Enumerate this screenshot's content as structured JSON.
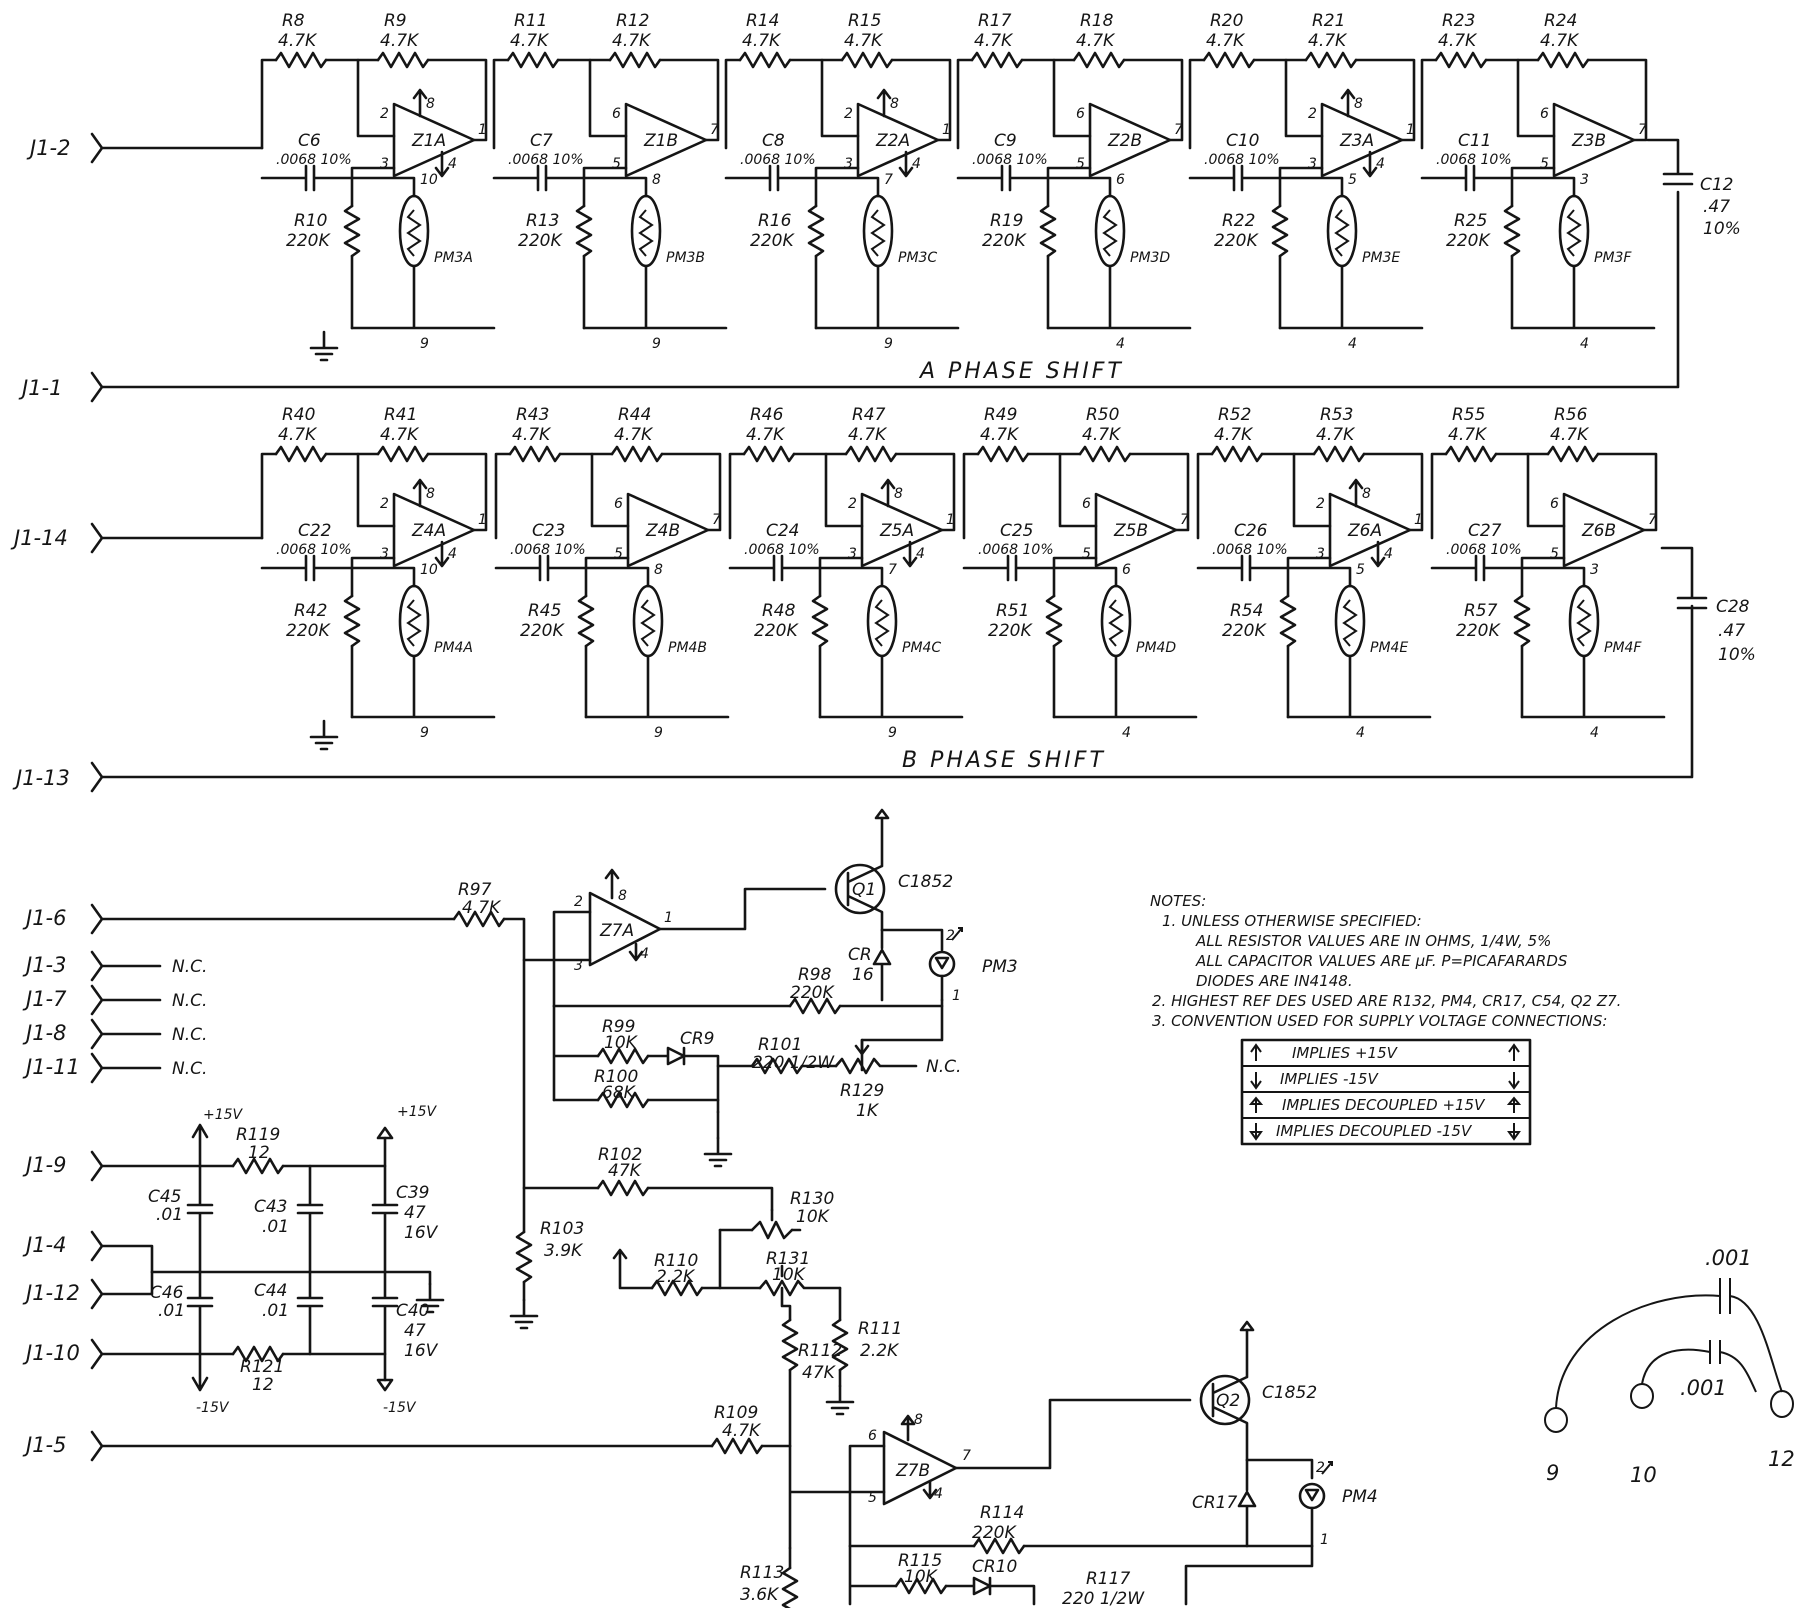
{
  "notes": {
    "title": "NOTES:",
    "lines": [
      "1. UNLESS OTHERWISE SPECIFIED:",
      "ALL RESISTOR VALUES ARE IN OHMS, 1/4W, 5%",
      "ALL CAPACITOR VALUES ARE µF. P=PICAFARARDS",
      "DIODES ARE IN4148.",
      "2. HIGHEST REF DES USED ARE R132, PM4, CR17, C54, Q2 Z7.",
      "3. CONVENTION USED FOR SUPPLY VOLTAGE CONNECTIONS:"
    ],
    "legend": [
      "IMPLIES +15V",
      "IMPLIES -15V",
      "IMPLIES DECOUPLED +15V",
      "IMPLIES DECOUPLED -15V"
    ]
  },
  "sections": {
    "a": "A PHASE SHIFT",
    "b": "B PHASE SHIFT"
  },
  "connectors": {
    "j1_2": "J1-2",
    "j1_1": "J1-1",
    "j1_14": "J1-14",
    "j1_13": "J1-13",
    "j1_6": "J1-6",
    "j1_3": "J1-3",
    "j1_7": "J1-7",
    "j1_8": "J1-8",
    "j1_11": "J1-11",
    "j1_9": "J1-9",
    "j1_4": "J1-4",
    "j1_12": "J1-12",
    "j1_10": "J1-10",
    "j1_5": "J1-5",
    "nc": "N.C."
  },
  "a_stages": [
    {
      "rin": "R8",
      "rf": "R9",
      "cap": "C6",
      "cval": ".0068 10%",
      "op": "Z1A",
      "rg": "R10",
      "pm": "PM3A",
      "plo": "9",
      "pup": "10",
      "p1": "2",
      "p2": "3",
      "po": "1",
      "pv": "8",
      "pn": "4"
    },
    {
      "rin": "R11",
      "rf": "R12",
      "cap": "C7",
      "cval": ".0068 10%",
      "op": "Z1B",
      "rg": "R13",
      "pm": "PM3B",
      "plo": "9",
      "pup": "8",
      "p1": "6",
      "p2": "5",
      "po": "7",
      "pv": "",
      "pn": ""
    },
    {
      "rin": "R14",
      "rf": "R15",
      "cap": "C8",
      "cval": ".0068 10%",
      "op": "Z2A",
      "rg": "R16",
      "pm": "PM3C",
      "plo": "9",
      "pup": "7",
      "p1": "2",
      "p2": "3",
      "po": "1",
      "pv": "8",
      "pn": "4"
    },
    {
      "rin": "R17",
      "rf": "R18",
      "cap": "C9",
      "cval": ".0068 10%",
      "op": "Z2B",
      "rg": "R19",
      "pm": "PM3D",
      "plo": "4",
      "pup": "6",
      "p1": "6",
      "p2": "5",
      "po": "7",
      "pv": "",
      "pn": ""
    },
    {
      "rin": "R20",
      "rf": "R21",
      "cap": "C10",
      "cval": ".0068 10%",
      "op": "Z3A",
      "rg": "R22",
      "pm": "PM3E",
      "plo": "4",
      "pup": "5",
      "p1": "2",
      "p2": "3",
      "po": "1",
      "pv": "8",
      "pn": "4"
    },
    {
      "rin": "R23",
      "rf": "R24",
      "cap": "C11",
      "cval": ".0068 10%",
      "op": "Z3B",
      "rg": "R25",
      "pm": "PM3F",
      "plo": "4",
      "pup": "3",
      "p1": "6",
      "p2": "5",
      "po": "7",
      "pv": "",
      "pn": ""
    }
  ],
  "b_stages": [
    {
      "rin": "R40",
      "rf": "R41",
      "cap": "C22",
      "cval": ".0068 10%",
      "op": "Z4A",
      "rg": "R42",
      "pm": "PM4A",
      "plo": "9",
      "pup": "10",
      "p1": "2",
      "p2": "3",
      "po": "1",
      "pv": "8",
      "pn": "4"
    },
    {
      "rin": "R43",
      "rf": "R44",
      "cap": "C23",
      "cval": ".0068 10%",
      "op": "Z4B",
      "rg": "R45",
      "pm": "PM4B",
      "plo": "9",
      "pup": "8",
      "p1": "6",
      "p2": "5",
      "po": "7",
      "pv": "",
      "pn": ""
    },
    {
      "rin": "R46",
      "rf": "R47",
      "cap": "C24",
      "cval": ".0068 10%",
      "op": "Z5A",
      "rg": "R48",
      "pm": "PM4C",
      "plo": "9",
      "pup": "7",
      "p1": "2",
      "p2": "3",
      "po": "1",
      "pv": "8",
      "pn": "4"
    },
    {
      "rin": "R49",
      "rf": "R50",
      "cap": "C25",
      "cval": ".0068 10%",
      "op": "Z5B",
      "rg": "R51",
      "pm": "PM4D",
      "plo": "4",
      "pup": "6",
      "p1": "6",
      "p2": "5",
      "po": "7",
      "pv": "",
      "pn": ""
    },
    {
      "rin": "R52",
      "rf": "R53",
      "cap": "C26",
      "cval": ".0068 10%",
      "op": "Z6A",
      "rg": "R54",
      "pm": "PM4E",
      "plo": "4",
      "pup": "5",
      "p1": "2",
      "p2": "3",
      "po": "1",
      "pv": "8",
      "pn": "4"
    },
    {
      "rin": "R55",
      "rf": "R56",
      "cap": "C27",
      "cval": ".0068 10%",
      "op": "Z6B",
      "rg": "R57",
      "pm": "PM4F",
      "plo": "4",
      "pup": "3",
      "p1": "6",
      "p2": "5",
      "po": "7",
      "pv": "",
      "pn": ""
    }
  ],
  "values": {
    "rin": "4.7K",
    "rg": "220K"
  },
  "c12": {
    "ref": "C12",
    "v1": ".47",
    "v2": "10%"
  },
  "c28": {
    "ref": "C28",
    "v1": ".47",
    "v2": "10%"
  },
  "lamp_a": {
    "r97": "R97",
    "r97v": "4.7K",
    "z7a": "Z7A",
    "q1": "Q1",
    "q1type": "C1852",
    "cr16": "CR",
    "cr16n": "16",
    "pm3": "PM3",
    "r98": "R98",
    "r98v": "220K",
    "r99": "R99",
    "r99v": "10K",
    "cr9": "CR9",
    "r100": "R100",
    "r100v": "68K",
    "r101": "R101",
    "r101v": "220 1/2W",
    "r129": "R129",
    "r129v": "1K",
    "p2": "2",
    "p3": "3",
    "p1": "1",
    "p8": "8",
    "p4": "4",
    "pm2": "2",
    "pm1": "1"
  },
  "lamp_b": {
    "r102": "R102",
    "r102v": "47K",
    "r103": "R103",
    "r103v": "3.9K",
    "r130": "R130",
    "r130v": "10K",
    "r110": "R110",
    "r110v": "2.2K",
    "r131": "R131",
    "r131v": "10K",
    "r111": "R111",
    "r111v": "2.2K",
    "r112": "R112",
    "r112v": "47K",
    "r109": "R109",
    "r109v": "4.7K",
    "z7b": "Z7B",
    "q2": "Q2",
    "q2type": "C1852",
    "cr17": "CR17",
    "pm4": "PM4",
    "r114": "R114",
    "r114v": "220K",
    "r113": "R113",
    "r113v": "3.6K",
    "r115": "R115",
    "r115v": "10K",
    "cr10": "CR10",
    "r117": "R117",
    "r117v": "220 1/2W",
    "p6": "6",
    "p5": "5",
    "p7": "7",
    "p8": "8",
    "p4": "4",
    "pm2": "2",
    "pm1": "1"
  },
  "power": {
    "v15p": "+15V",
    "v15p2": "+15V",
    "v15n": "-15V",
    "v15n2": "-15V",
    "r119": "R119",
    "r119v": "12",
    "r121": "R121",
    "r121v": "12",
    "c45": "C45",
    "c45v": ".01",
    "c43": "C43",
    "c43v": ".01",
    "c39": "C39",
    "c39v1": "47",
    "c39v2": "16V",
    "c46": "C46",
    "c46v": ".01",
    "c44": "C44",
    "c44v": ".01",
    "c40": "C40",
    "c40v1": "47",
    "c40v2": "16V"
  },
  "sketch": {
    "c1": ".001",
    "c2": ".001",
    "n9": "9",
    "n10": "10",
    "n12": "12"
  }
}
